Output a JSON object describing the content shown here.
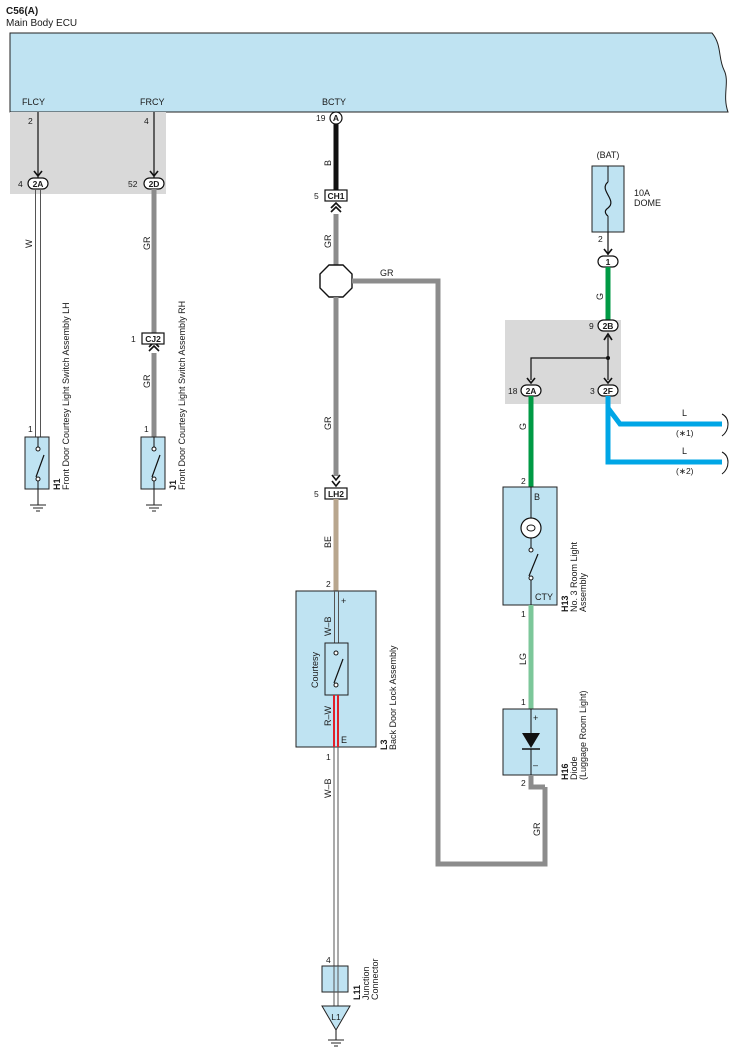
{
  "ecu": {
    "code": "C56(A)",
    "name": "Main Body ECU",
    "terminals": {
      "flcy": "FLCY",
      "frcy": "FRCY",
      "bcty": "BCTY"
    },
    "pins": {
      "flcy": "2",
      "frcy": "4",
      "bcty": "19",
      "bcty_connector": "A"
    }
  },
  "connectors": {
    "c2a_left": {
      "label": "2A",
      "pin": "4"
    },
    "c2d": {
      "label": "2D",
      "pin": "52"
    },
    "ch1": {
      "label": "CH1",
      "pin": "5"
    },
    "cj2": {
      "label": "CJ2",
      "pin": "1"
    },
    "lh2": {
      "label": "LH2",
      "pin": "5"
    },
    "c1": {
      "label": "1"
    },
    "c2b": {
      "label": "2B",
      "pin": "9"
    },
    "c2a_right": {
      "label": "2A",
      "pin": "18"
    },
    "c2f": {
      "label": "2F",
      "pin": "3"
    }
  },
  "wires": {
    "w": "W",
    "gr": "GR",
    "b": "B",
    "be": "BE",
    "wb": "W–B",
    "rw": "R–W",
    "g": "G",
    "lg": "LG",
    "l": "L"
  },
  "fuse": {
    "source": "(BAT)",
    "rating": "10A",
    "name": "DOME",
    "pin": "2"
  },
  "components": {
    "h1": {
      "code": "H1",
      "name": "Front Door Courtesy Light Switch Assembly LH",
      "pin": "1"
    },
    "j1": {
      "code": "J1",
      "name": "Front Door Courtesy Light Switch Assembly RH",
      "pin": "1"
    },
    "l3": {
      "code": "L3",
      "name": "Back Door Lock Assembly",
      "inner": "Courtesy",
      "plus": "+",
      "e": "E",
      "pin_top": "2",
      "pin_bottom": "1"
    },
    "h13": {
      "code": "H13",
      "name_line1": "No. 3 Room Light",
      "name_line2": "Assembly",
      "b": "B",
      "cty": "CTY",
      "pin_top": "2",
      "pin_bottom": "1"
    },
    "h16": {
      "code": "H16",
      "name_line1": "Diode",
      "name_line2": "(Luggage Room Light)",
      "plus": "+",
      "minus": "–",
      "pin_top": "1",
      "pin_bottom": "2"
    },
    "l11": {
      "code": "L11",
      "name_line1": "Junction",
      "name_line2": "Connector",
      "pin": "4",
      "ground_label": "L1"
    }
  },
  "notes": {
    "n1": "(∗1)",
    "n2": "(∗2)"
  },
  "colors": {
    "ecu_fill": "#bfe3f2",
    "gray_box": "#d9d9d9",
    "wire_gray": "#8c8c8c",
    "wire_black": "#111111",
    "wire_green": "#009a44",
    "wire_light_green": "#7cc79a",
    "wire_blue": "#00a6e6",
    "wire_beige": "#b8a68e",
    "wire_red": "#e0202a"
  }
}
